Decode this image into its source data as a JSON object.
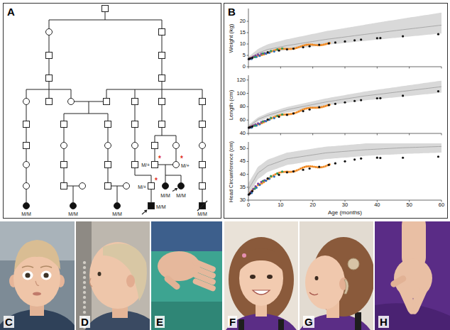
{
  "diagram": {
    "nodes": [
      {
        "text": [
          "A"
        ]
      },
      {
        "text": [
          "B"
        ]
      },
      {
        "text": [
          "C"
        ]
      },
      {
        "text": [
          "D"
        ]
      },
      {
        "text": [
          "E"
        ]
      },
      {
        "text": [
          "F"
        ]
      },
      {
        "text": [
          "G"
        ]
      },
      {
        "text": [
          "H"
        ]
      }
    ],
    "labels": [
      "M/M",
      "M/M",
      "M/M",
      "M/+",
      "*",
      "M/+",
      "*",
      "M/+",
      "*",
      "M/M",
      "M/M",
      "M/M",
      "M/M",
      "Weight (kg)",
      "0",
      "5",
      "10",
      "15",
      "20",
      "Length (cm)",
      "40",
      "60",
      "80",
      "100",
      "120",
      "Head Circumference (cm)",
      "30",
      "35",
      "40",
      "45",
      "50",
      "0",
      "10",
      "20",
      "30",
      "40",
      "50",
      "60",
      "Age (months)"
    ]
  }
}
